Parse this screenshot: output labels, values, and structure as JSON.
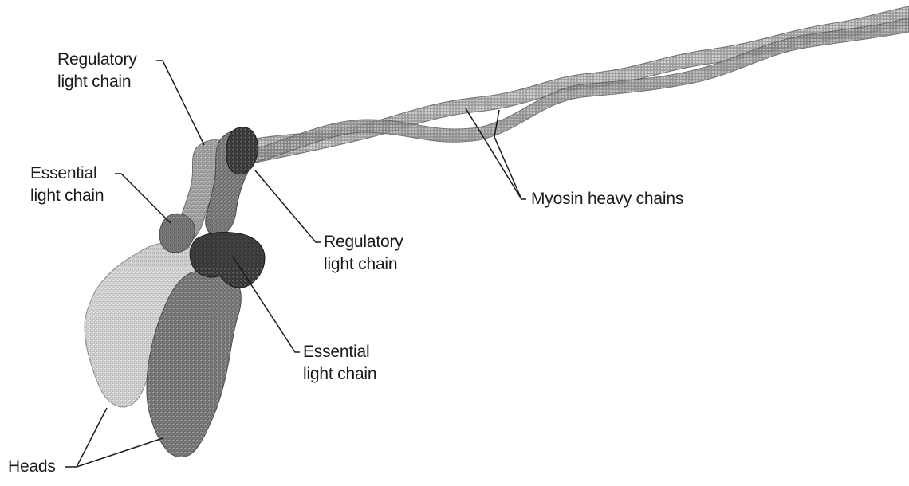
{
  "figure": {
    "labels": {
      "rlc_left_line1": "Regulatory",
      "rlc_left_line2": "light chain",
      "elc_left_line1": "Essential",
      "elc_left_line2": "light chain",
      "rlc_right_line1": "Regulatory",
      "rlc_right_line2": "light chain",
      "elc_right_line1": "Essential",
      "elc_right_line2": "light chain",
      "heavy_chains": "Myosin heavy chains",
      "heads": "Heads"
    }
  }
}
